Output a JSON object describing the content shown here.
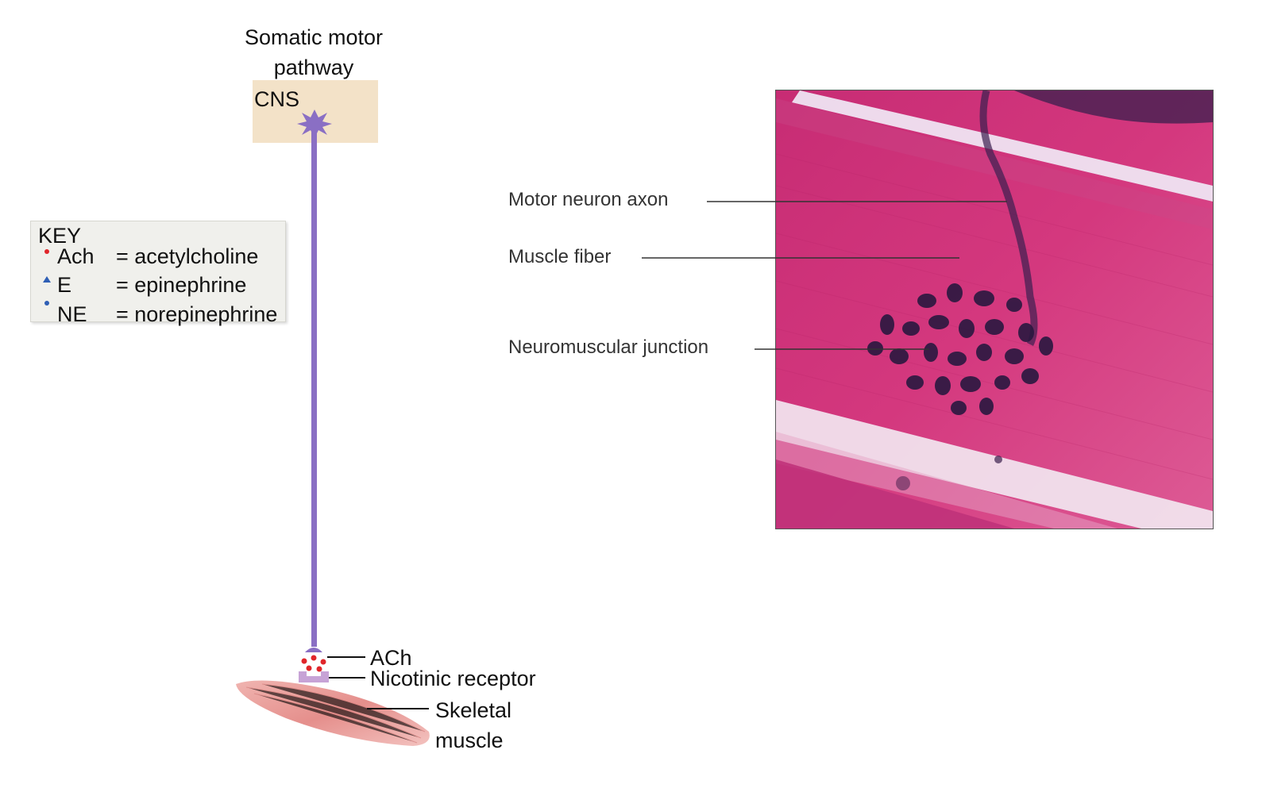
{
  "diagram": {
    "title": "Somatic motor pathway",
    "cns_label": "CNS",
    "key": {
      "title": "KEY",
      "items": [
        {
          "symbol": "red-dot",
          "abbr": "Ach",
          "definition": "= acetylcholine",
          "color": "#e0262b"
        },
        {
          "symbol": "blue-triangle",
          "abbr": "E",
          "definition": "= epinephrine",
          "color": "#2f5fb5"
        },
        {
          "symbol": "blue-dot",
          "abbr": "NE",
          "definition": "= norepinephrine",
          "color": "#2f5fb5"
        }
      ]
    },
    "labels": {
      "ach": "ACh",
      "receptor": "Nicotinic receptor",
      "skeletal_line1": "Skeletal",
      "skeletal_line2": "muscle"
    },
    "colors": {
      "neuron": "#8a6fc4",
      "cns_box": "#f3e2c8",
      "muscle": "#e89a9a",
      "receptor": "#c7a3d6"
    }
  },
  "micrograph": {
    "labels": {
      "axon": "Motor neuron axon",
      "fiber": "Muscle fiber",
      "junction": "Neuromuscular junction"
    },
    "colors": {
      "tissue": "#d4387e",
      "stain": "#2a1840",
      "light_band": "#f2e6f0"
    }
  }
}
